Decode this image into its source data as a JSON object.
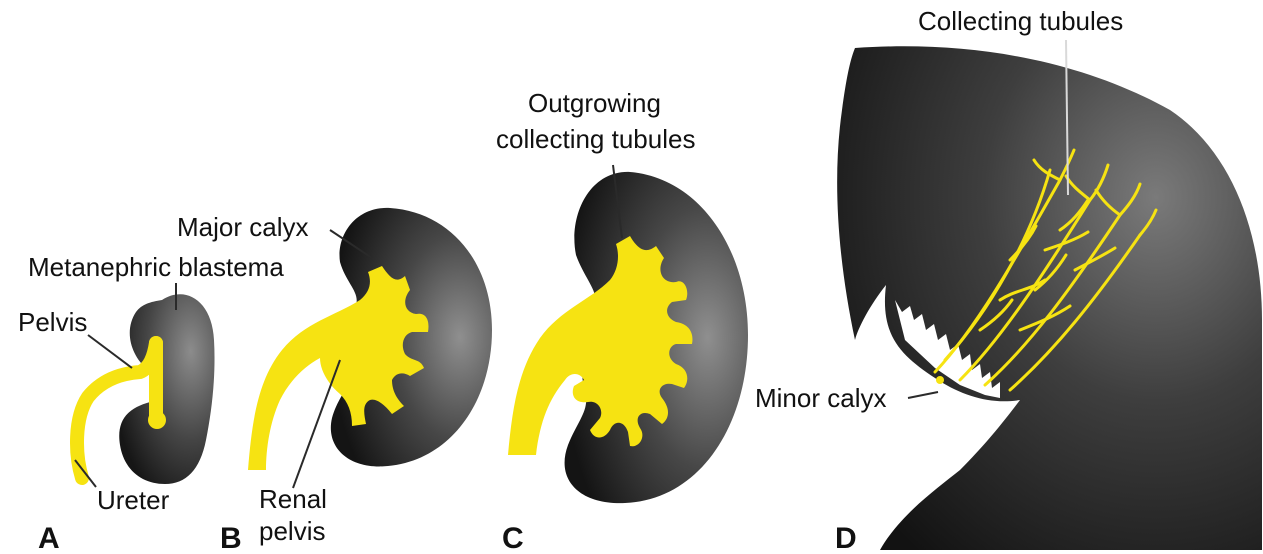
{
  "colors": {
    "ureteric_bud": "#f6e312",
    "tissue_dark": "#1f1f1f",
    "tissue_light": "#8a8a8a",
    "background": "#ffffff"
  },
  "panels": {
    "a": {
      "letter": "A",
      "labels": {
        "metanephric_blastema": "Metanephric blastema",
        "pelvis": "Pelvis",
        "ureter": "Ureter"
      }
    },
    "b": {
      "letter": "B",
      "labels": {
        "major_calyx": "Major calyx",
        "renal_pelvis_line1": "Renal",
        "renal_pelvis_line2": "pelvis"
      }
    },
    "c": {
      "letter": "C",
      "labels": {
        "outgrowing_line1": "Outgrowing",
        "outgrowing_line2": "collecting tubules"
      }
    },
    "d": {
      "letter": "D",
      "labels": {
        "collecting_tubules": "Collecting tubules",
        "minor_calyx": "Minor calyx"
      }
    }
  }
}
